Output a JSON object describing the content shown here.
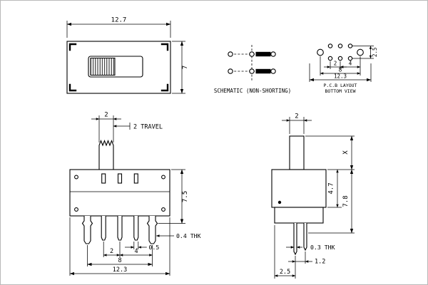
{
  "drawing": {
    "background": "#ffffff",
    "line_color": "#000000"
  },
  "top_view": {
    "width_label": "12.7",
    "height_label": "7"
  },
  "schematic": {
    "caption": "SCHEMATIC (NON-SHORTING)"
  },
  "pcb_view": {
    "caption_line1": "P.C.B LAYOUT",
    "caption_line2": "BOTTOM VIEW",
    "dim_row_pitch": "2.5",
    "dim_pitch": "2",
    "dim_mount_offset": "4",
    "dim_mount_span": "8",
    "dim_total_width": "12.3"
  },
  "front_view": {
    "dim_stem_width": "2",
    "dim_travel": "2 TRAVEL",
    "dim_body_height": "7.5",
    "dim_pin_width": "0.5",
    "dim_leg_thickness": "0.4 THK",
    "dim_pin_pitch": "2",
    "dim_pin_to_leg": "4",
    "dim_leg_span": "8",
    "dim_total_width": "12.3"
  },
  "side_view": {
    "dim_stem_width": "2",
    "dim_stem_height": "X",
    "dim_body_height": "4.7",
    "dim_total_height": "7.8",
    "dim_pin_thickness": "0.3 THK",
    "dim_pin_gap": "1.2",
    "dim_pin_offset": "2.5"
  }
}
